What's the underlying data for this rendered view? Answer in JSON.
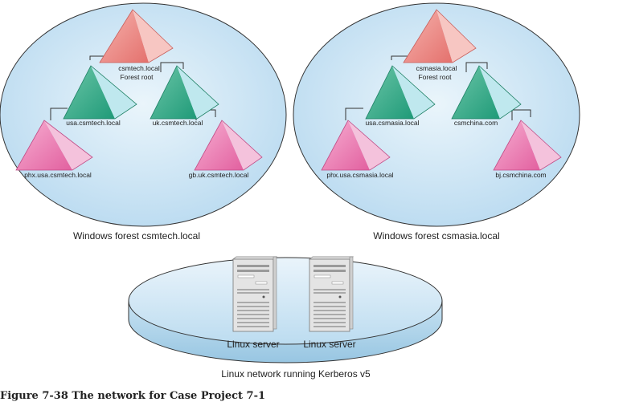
{
  "forest_left": {
    "root": {
      "name": "csmtech.local",
      "note": "Forest root"
    },
    "child_left": "usa.csmtech.local",
    "child_right": "uk.csmtech.local",
    "grandchild_left": "phx.usa.csmtech.local",
    "grandchild_right": "gb.uk.csmtech.local",
    "title": "Windows forest csmtech.local"
  },
  "forest_right": {
    "root": {
      "name": "csmasia.local",
      "note": "Forest root"
    },
    "child_left": "usa.csmasia.local",
    "child_right": "csmchina.com",
    "grandchild_left": "phx.usa.csmasia.local",
    "grandchild_right": "bj.csmchina.com",
    "title": "Windows forest csmasia.local"
  },
  "linux": {
    "server1": "Linux server",
    "server2": "Linux server",
    "title": "Linux network running Kerberos v5"
  },
  "caption": "Figure 7-38 The network for Case Project 7-1",
  "colors": {
    "root": "#ef8a86",
    "child": "#3fb08f",
    "child_face": "#b9e6ea",
    "grandchild": "#ee84ba",
    "ellipse": "#c9e4f2"
  }
}
